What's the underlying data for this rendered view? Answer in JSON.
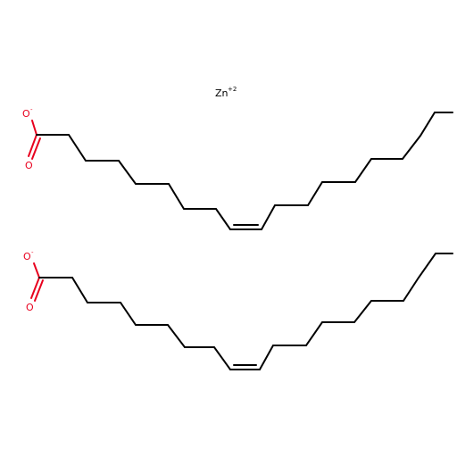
{
  "structure": {
    "metal": {
      "symbol": "Zn",
      "charge": "+2"
    },
    "anions": [
      {
        "oxide_symbol": "O",
        "oxide_charge": "-",
        "carbonyl_symbol": "O",
        "chain_carbons": 18,
        "double_bond": "Z",
        "colors": {
          "bond": "#000000",
          "oxygen": "#e8001e"
        }
      },
      {
        "oxide_symbol": "O",
        "oxide_charge": "-",
        "carbonyl_symbol": "O",
        "chain_carbons": 18,
        "double_bond": "Z",
        "colors": {
          "bond": "#000000",
          "oxygen": "#e8001e"
        }
      }
    ]
  }
}
